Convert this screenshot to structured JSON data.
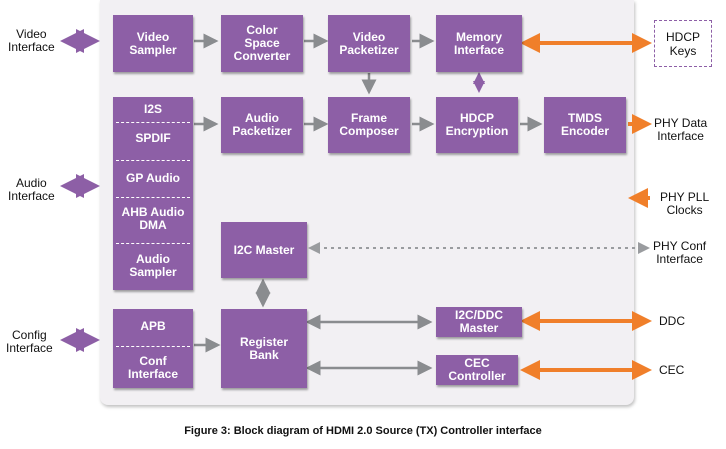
{
  "blocks": {
    "video_sampler": "Video\nSampler",
    "color_space_converter": "Color\nSpace\nConverter",
    "video_packetizer": "Video\nPacketizer",
    "memory_interface": "Memory\nInterface",
    "audio_packetizer": "Audio\nPacketizer",
    "frame_composer": "Frame\nComposer",
    "hdcp_encryption": "HDCP\nEncryption",
    "tmds_encoder": "TMDS\nEncoder",
    "i2c_master": "I2C Master",
    "register_bank": "Register\nBank",
    "i2c_ddc_master": "I2C/DDC\nMaster",
    "cec_controller": "CEC\nController"
  },
  "audio_stack": [
    "I2S",
    "SPDIF",
    "GP Audio",
    "AHB Audio\nDMA",
    "Audio\nSampler"
  ],
  "config_stack": [
    "APB",
    "Conf\nInterface"
  ],
  "external_labels": {
    "video_interface": "Video\nInterface",
    "audio_interface": "Audio\nInterface",
    "config_interface": "Config\nInterface",
    "hdcp_keys": "HDCP\nKeys",
    "phy_data_interface": "PHY Data\nInterface",
    "phy_pll_clocks": "PHY PLL\nClocks",
    "phy_conf_interface": "PHY Conf\nInterface",
    "ddc": "DDC",
    "cec": "CEC"
  },
  "caption": "Figure 3: Block diagram of HDMI 2.0 Source (TX) Controller interface",
  "colors": {
    "block": "#8d5fa6",
    "orange": "#f07f2a",
    "gray_arrow": "#8a8c8f",
    "panel": "#f2f0f3"
  }
}
